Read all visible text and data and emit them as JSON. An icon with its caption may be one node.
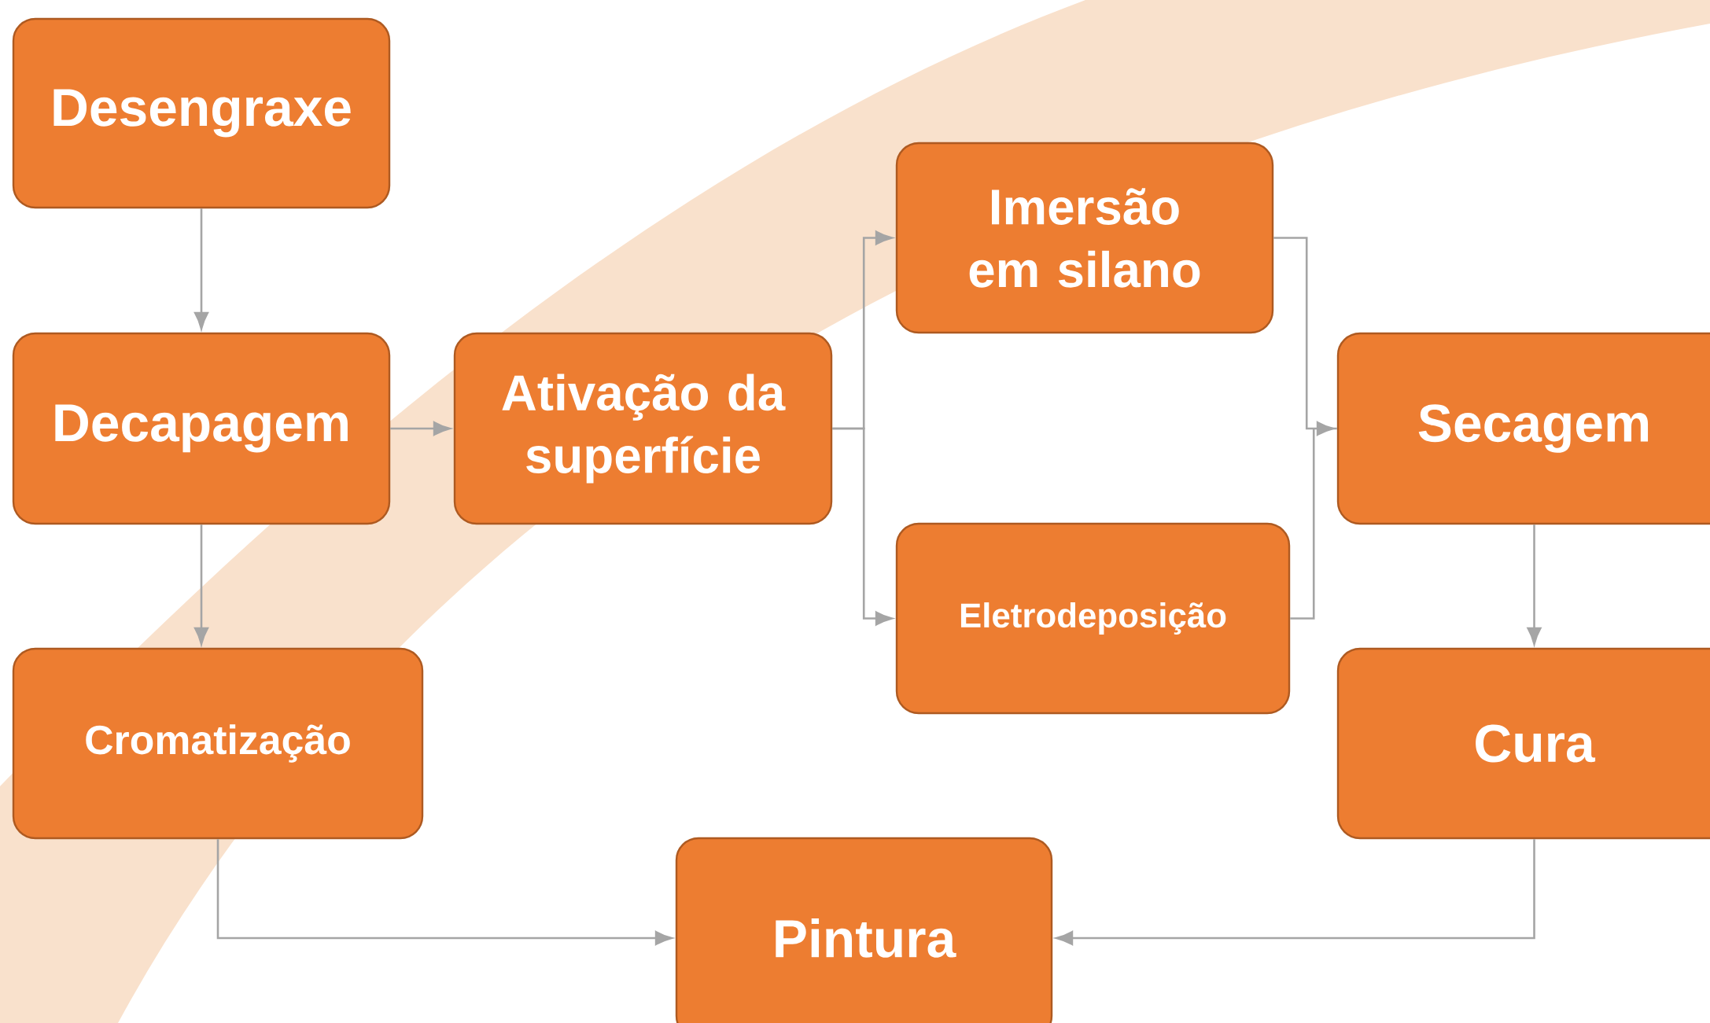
{
  "diagram": {
    "nodes": [
      {
        "text": [
          "Desengraxe"
        ]
      },
      {
        "text": [
          "Decapagem"
        ]
      },
      {
        "text": [
          "Ativação da superfície"
        ]
      },
      {
        "text": [
          "Imersão em silano"
        ]
      },
      {
        "text": [
          "Eletrodeposição"
        ]
      },
      {
        "text": [
          "Secagem"
        ]
      },
      {
        "text": [
          "Cromatização"
        ]
      },
      {
        "text": [
          "Cura"
        ]
      },
      {
        "text": [
          "Pintura"
        ]
      }
    ],
    "edges": [
      {
        "from": 0,
        "to": 1,
        "arrow": "to"
      },
      {
        "from": 1,
        "to": 2,
        "arrow": "to"
      },
      {
        "from": 1,
        "to": 6,
        "arrow": "to"
      },
      {
        "from": 2,
        "to": 3,
        "arrow": "to"
      },
      {
        "from": 2,
        "to": 4,
        "arrow": "to"
      },
      {
        "from": 3,
        "to": 5,
        "arrow": "to"
      },
      {
        "from": 4,
        "to": 5,
        "arrow": "to"
      },
      {
        "from": 5,
        "to": 7,
        "arrow": "to"
      },
      {
        "from": 6,
        "to": 8,
        "arrow": "to"
      },
      {
        "from": 7,
        "to": 8,
        "arrow": "to"
      }
    ]
  }
}
